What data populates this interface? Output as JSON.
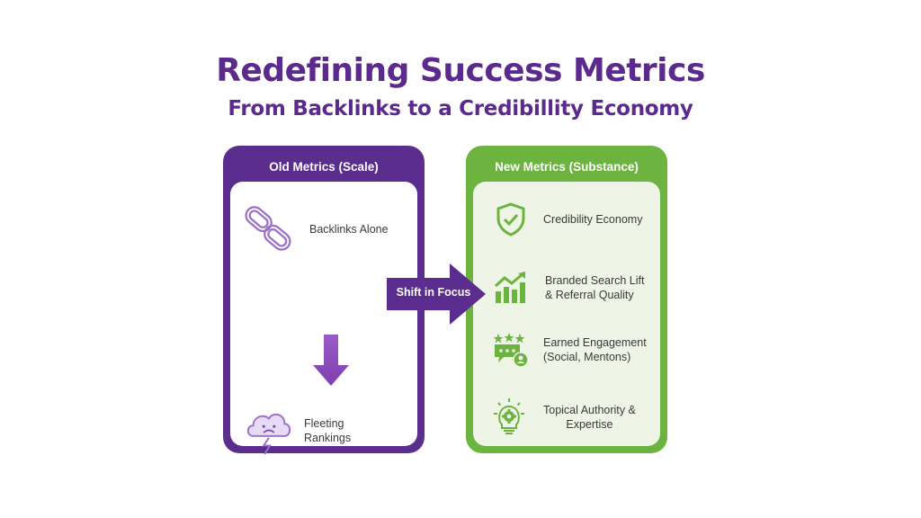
{
  "header": {
    "title": "Redefining Success Metrics",
    "subtitle": "From Backlinks to a Credibillity Economy"
  },
  "old_panel": {
    "title": "Old Metrics (Scale)",
    "items": [
      {
        "icon": "chain-link-icon",
        "label": "Backlinks Alone"
      },
      {
        "icon": "storm-cloud-sad-icon",
        "label_line1": "Fleeting",
        "label_line2": "Rankings"
      }
    ],
    "arrow_icon": "down-arrow-icon"
  },
  "transition": {
    "label": "Shift in Focus",
    "icon": "right-arrow-icon"
  },
  "new_panel": {
    "title": "New Metrics (Substance)",
    "items": [
      {
        "icon": "shield-check-icon",
        "label_line1": "Credibility Economy"
      },
      {
        "icon": "growth-chart-icon",
        "label_line1": "Branded Search Lift",
        "label_line2": "& Referral Quality"
      },
      {
        "icon": "engagement-stars-icon",
        "label_line1": "Earned Engagement",
        "label_line2": "(Social, Mentons)"
      },
      {
        "icon": "lightbulb-gear-icon",
        "label_line1": "Topical Authority &",
        "label_line2": "Expertise"
      }
    ]
  },
  "colors": {
    "purple": "#5a2d8e",
    "purple_title": "#5b2a8c",
    "purple_light": "#8e55c0",
    "green": "#6db33f",
    "green_bg": "#eef4e6"
  }
}
